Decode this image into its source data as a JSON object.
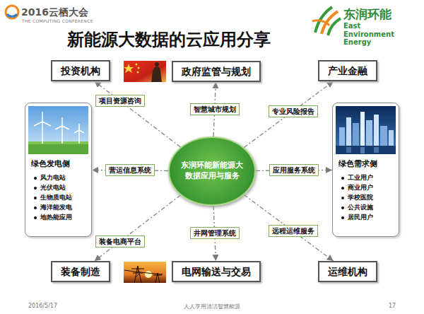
{
  "diagram": {
    "title": "新能源大数据的云应用分享",
    "nodes": [
      {
        "text": [
          "投资机构"
        ]
      },
      {
        "text": [
          "政府监管与规划"
        ]
      },
      {
        "text": [
          "产业金融"
        ]
      },
      {
        "text": [
          "绿色发电侧",
          "风力电站",
          "光伏电站",
          "生物质电站",
          "海洋能发电",
          "地热能应用"
        ]
      },
      {
        "text": [
          "东润环能新能源大数据应用与服务"
        ]
      },
      {
        "text": [
          "绿色需求侧",
          "工业用户",
          "商业用户",
          "学校医院",
          "公共设施",
          "居民用户"
        ]
      },
      {
        "text": [
          "装备制造"
        ]
      },
      {
        "text": [
          "电网输送与交易"
        ]
      },
      {
        "text": [
          "运维机构"
        ]
      }
    ],
    "edges": [
      {
        "from": 4,
        "to": 0,
        "arrow": "to",
        "label": "项目资源咨询"
      },
      {
        "from": 4,
        "to": 1,
        "arrow": "to",
        "label": "智慧城市规划"
      },
      {
        "from": 4,
        "to": 2,
        "arrow": "to",
        "label": "专业风险报告"
      },
      {
        "from": 4,
        "to": 3,
        "arrow": "to",
        "label": "营运信息系统"
      },
      {
        "from": 4,
        "to": 5,
        "arrow": "to",
        "label": "应用服务系统"
      },
      {
        "from": 4,
        "to": 6,
        "arrow": "to",
        "label": "装备电商平台"
      },
      {
        "from": 4,
        "to": 7,
        "arrow": "to",
        "label": "井网管理系统"
      },
      {
        "from": 4,
        "to": 8,
        "arrow": "to",
        "label": "远程运维服务"
      }
    ],
    "labels": [
      "2016云栖大会",
      "THE COMPUTING CONFERENCE",
      "东润环能",
      "East Environment Energy",
      "2016/5/17",
      "人人享用清洁智慧能源",
      "17"
    ]
  }
}
